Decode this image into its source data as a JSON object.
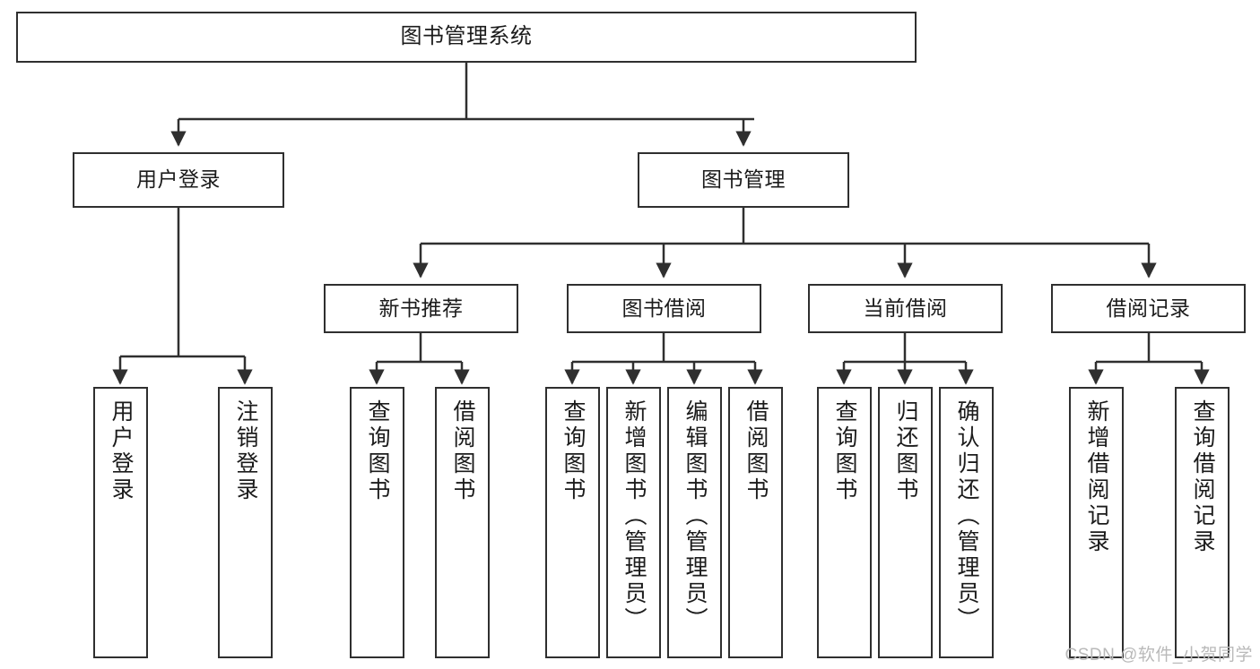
{
  "diagram": {
    "type": "tree-hierarchy-chart",
    "title": "图书管理系统",
    "watermark": "CSDN @软件_小贺同学",
    "colors": {
      "stroke": "#2f2f2f",
      "fill": "#ffffff",
      "text": "#1b1b1b",
      "watermark": "#b9b9b9"
    },
    "nodes": {
      "root": {
        "label": "图书管理系统"
      },
      "level2": [
        {
          "id": "user-login",
          "label": "用户登录"
        },
        {
          "id": "book-management",
          "label": "图书管理"
        }
      ],
      "level3": [
        {
          "id": "new-book-recommend",
          "label": "新书推荐"
        },
        {
          "id": "book-borrow",
          "label": "图书借阅"
        },
        {
          "id": "current-borrow",
          "label": "当前借阅"
        },
        {
          "id": "borrow-record",
          "label": "借阅记录"
        }
      ],
      "leaves": {
        "user-login": [
          {
            "id": "leaf-user-login",
            "label": "用户登录"
          },
          {
            "id": "leaf-logout",
            "label": "注销登录"
          }
        ],
        "new-book-recommend": [
          {
            "id": "leaf-query-book-1",
            "label": "查询图书"
          },
          {
            "id": "leaf-borrow-book-1",
            "label": "借阅图书"
          }
        ],
        "book-borrow": [
          {
            "id": "leaf-query-book-2",
            "label": "查询图书"
          },
          {
            "id": "leaf-add-book",
            "label": "新增图书（管理员）"
          },
          {
            "id": "leaf-edit-book",
            "label": "编辑图书（管理员）"
          },
          {
            "id": "leaf-borrow-book-2",
            "label": "借阅图书"
          }
        ],
        "current-borrow": [
          {
            "id": "leaf-query-book-3",
            "label": "查询图书"
          },
          {
            "id": "leaf-return-book",
            "label": "归还图书"
          },
          {
            "id": "leaf-confirm-return",
            "label": "确认归还（管理员）"
          }
        ],
        "borrow-record": [
          {
            "id": "leaf-add-record",
            "label": "新增借阅记录"
          },
          {
            "id": "leaf-query-record",
            "label": "查询借阅记录"
          }
        ]
      }
    }
  }
}
